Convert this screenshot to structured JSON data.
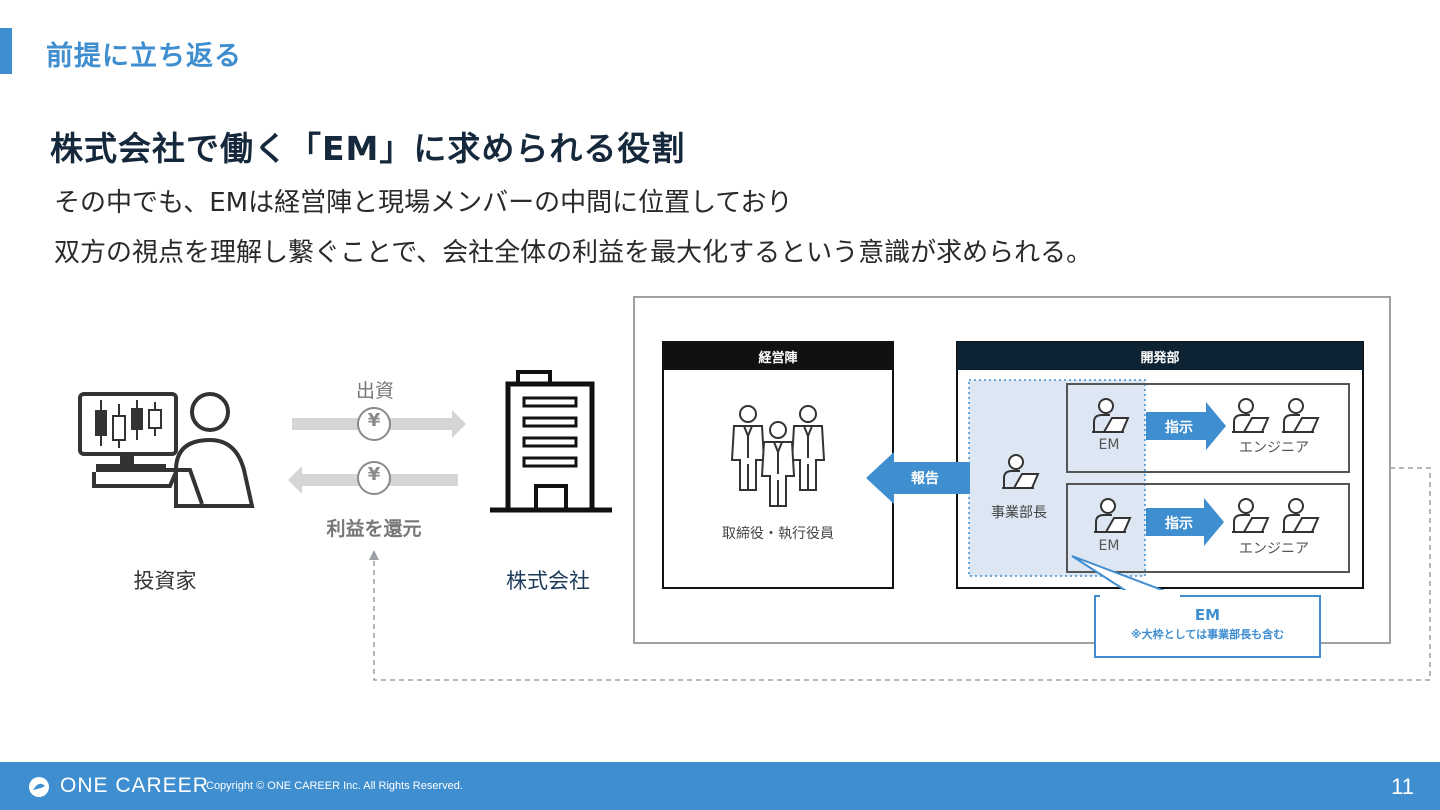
{
  "section": {
    "title": "前提に立ち返る"
  },
  "heading": "株式会社で働く「EM」に求められる役割",
  "body": {
    "line1": "その中でも、EMは経営陣と現場メンバーの中間に位置しており",
    "line2": "双方の視点を理解し繋ぐことで、会社全体の利益を最大化するという意識が求められる。"
  },
  "diagram": {
    "investor_label": "投資家",
    "company_label": "株式会社",
    "investment_label": "出資",
    "return_label": "利益を還元",
    "yen_symbol": "¥",
    "management": {
      "header": "経営陣",
      "members_label": "取締役・執行役員"
    },
    "report_label": "報告",
    "dev_dept": {
      "header": "開発部",
      "head_label": "事業部長",
      "teams": [
        {
          "em_label": "EM",
          "instruct_label": "指示",
          "engineers_label": "エンジニア"
        },
        {
          "em_label": "EM",
          "instruct_label": "指示",
          "engineers_label": "エンジニア"
        }
      ]
    },
    "callout": {
      "title": "EM",
      "note": "※大枠としては事業部長も含む"
    }
  },
  "colors": {
    "accent": "#3e8ed0",
    "dark_navy": "#0d2233",
    "highlight_bg": "#dce7f3"
  },
  "footer": {
    "brand": "ONE CAREER",
    "copyright": "Copyright © ONE CAREER Inc. All Rights Reserved.",
    "page_number": "11"
  }
}
